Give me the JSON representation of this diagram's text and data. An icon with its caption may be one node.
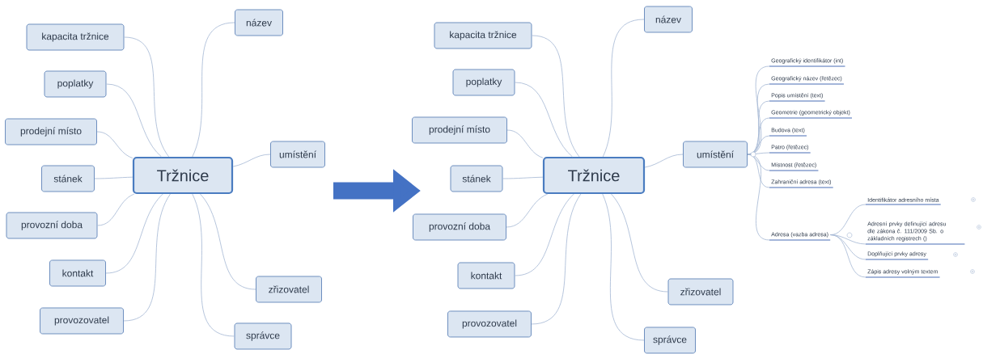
{
  "diagram": {
    "nodes": [
      {
        "text": [
          "Tržnice"
        ]
      },
      {
        "text": [
          "kapacita tržnice"
        ]
      },
      {
        "text": [
          "poplatky"
        ]
      },
      {
        "text": [
          "prodejní místo"
        ]
      },
      {
        "text": [
          "stánek"
        ]
      },
      {
        "text": [
          "provozní doba"
        ]
      },
      {
        "text": [
          "kontakt"
        ]
      },
      {
        "text": [
          "provozovatel"
        ]
      },
      {
        "text": [
          "název"
        ]
      },
      {
        "text": [
          "umístění"
        ]
      },
      {
        "text": [
          "zřizovatel"
        ]
      },
      {
        "text": [
          "správce"
        ]
      },
      {
        "text": [
          "Tržnice"
        ]
      },
      {
        "text": [
          "kapacita tržnice"
        ]
      },
      {
        "text": [
          "poplatky"
        ]
      },
      {
        "text": [
          "prodejní místo"
        ]
      },
      {
        "text": [
          "stánek"
        ]
      },
      {
        "text": [
          "provozní doba"
        ]
      },
      {
        "text": [
          "kontakt"
        ]
      },
      {
        "text": [
          "provozovatel"
        ]
      },
      {
        "text": [
          "název"
        ]
      },
      {
        "text": [
          "umístění"
        ]
      },
      {
        "text": [
          "zřizovatel"
        ]
      },
      {
        "text": [
          "správce"
        ]
      },
      {
        "text": [
          "Geografický identifikátor (int)"
        ]
      },
      {
        "text": [
          "Geografický název (řetězec)"
        ]
      },
      {
        "text": [
          "Popis umístění (text)"
        ]
      },
      {
        "text": [
          "Geometrie (geometrický objekt)"
        ]
      },
      {
        "text": [
          "Budova (text)"
        ]
      },
      {
        "text": [
          "Patro (řetězec)"
        ]
      },
      {
        "text": [
          "Místnost (řetězec)"
        ]
      },
      {
        "text": [
          "Zahraniční adresa (text)"
        ]
      },
      {
        "text": [
          "Adresa (vazba adresa)"
        ]
      },
      {
        "text": [
          "Identifikátor adresního místa"
        ]
      },
      {
        "text": [
          "Adresní prvky definující adresu dle zákona č. 111/2009 Sb. o základních registrech ()"
        ]
      },
      {
        "text": [
          "Doplňující prvky adresy"
        ]
      },
      {
        "text": [
          "Zápis adresy volným textem"
        ]
      }
    ],
    "edges": [
      {
        "from": 0,
        "to": 1,
        "arrow": "none"
      },
      {
        "from": 0,
        "to": 2,
        "arrow": "none"
      },
      {
        "from": 0,
        "to": 3,
        "arrow": "none"
      },
      {
        "from": 0,
        "to": 4,
        "arrow": "none"
      },
      {
        "from": 0,
        "to": 5,
        "arrow": "none"
      },
      {
        "from": 0,
        "to": 6,
        "arrow": "none"
      },
      {
        "from": 0,
        "to": 7,
        "arrow": "none"
      },
      {
        "from": 0,
        "to": 8,
        "arrow": "none"
      },
      {
        "from": 0,
        "to": 9,
        "arrow": "none"
      },
      {
        "from": 0,
        "to": 10,
        "arrow": "none"
      },
      {
        "from": 0,
        "to": 11,
        "arrow": "none"
      },
      {
        "from": 12,
        "to": 13,
        "arrow": "none"
      },
      {
        "from": 12,
        "to": 14,
        "arrow": "none"
      },
      {
        "from": 12,
        "to": 15,
        "arrow": "none"
      },
      {
        "from": 12,
        "to": 16,
        "arrow": "none"
      },
      {
        "from": 12,
        "to": 17,
        "arrow": "none"
      },
      {
        "from": 12,
        "to": 18,
        "arrow": "none"
      },
      {
        "from": 12,
        "to": 19,
        "arrow": "none"
      },
      {
        "from": 12,
        "to": 20,
        "arrow": "none"
      },
      {
        "from": 12,
        "to": 21,
        "arrow": "none"
      },
      {
        "from": 12,
        "to": 22,
        "arrow": "none"
      },
      {
        "from": 12,
        "to": 23,
        "arrow": "none"
      },
      {
        "from": 21,
        "to": 24,
        "arrow": "none"
      },
      {
        "from": 21,
        "to": 25,
        "arrow": "none"
      },
      {
        "from": 21,
        "to": 26,
        "arrow": "none"
      },
      {
        "from": 21,
        "to": 27,
        "arrow": "none"
      },
      {
        "from": 21,
        "to": 28,
        "arrow": "none"
      },
      {
        "from": 21,
        "to": 29,
        "arrow": "none"
      },
      {
        "from": 21,
        "to": 30,
        "arrow": "none"
      },
      {
        "from": 21,
        "to": 31,
        "arrow": "none"
      },
      {
        "from": 21,
        "to": 32,
        "arrow": "none"
      },
      {
        "from": 32,
        "to": 33,
        "arrow": "none"
      },
      {
        "from": 32,
        "to": 34,
        "arrow": "none"
      },
      {
        "from": 32,
        "to": 35,
        "arrow": "none"
      },
      {
        "from": 32,
        "to": 36,
        "arrow": "none"
      },
      {
        "from": 9,
        "to": 17,
        "arrow": "to",
        "style": "thick",
        "color": "#4472c4"
      }
    ]
  }
}
